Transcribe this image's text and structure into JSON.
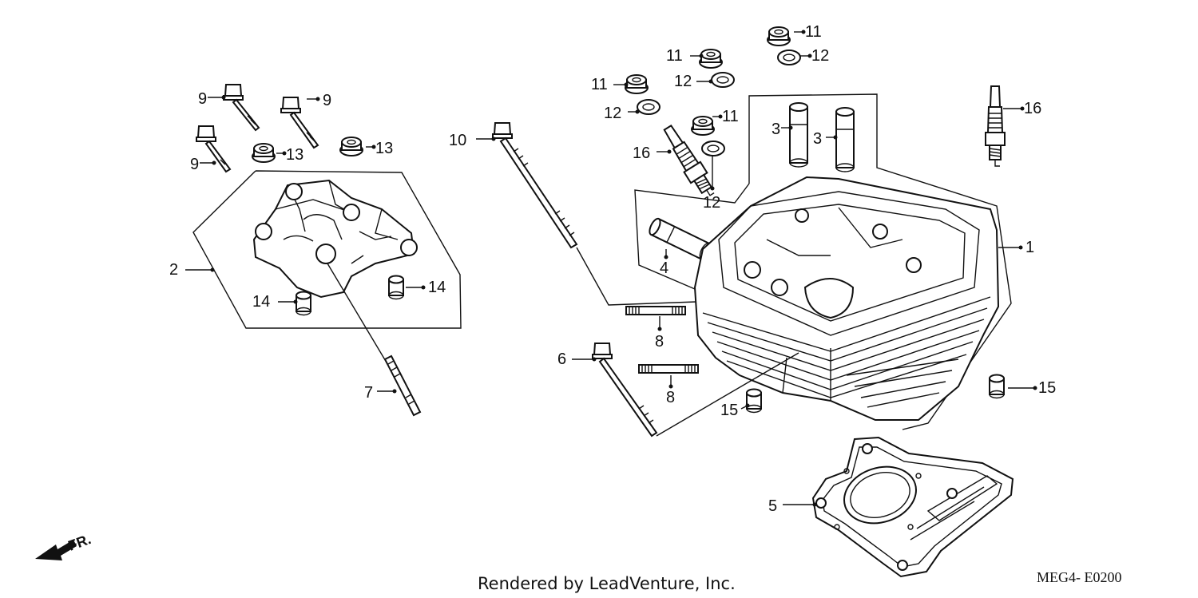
{
  "callouts": [
    {
      "id": "c9a",
      "text": "9"
    },
    {
      "id": "c9b",
      "text": "9"
    },
    {
      "id": "c9c",
      "text": "9"
    },
    {
      "id": "c13a",
      "text": "13"
    },
    {
      "id": "c13b",
      "text": "13"
    },
    {
      "id": "c2",
      "text": "2"
    },
    {
      "id": "c14a",
      "text": "14"
    },
    {
      "id": "c14b",
      "text": "14"
    },
    {
      "id": "c7",
      "text": "7"
    },
    {
      "id": "c10",
      "text": "10"
    },
    {
      "id": "c11a",
      "text": "11"
    },
    {
      "id": "c11b",
      "text": "11"
    },
    {
      "id": "c11c",
      "text": "11"
    },
    {
      "id": "c11d",
      "text": "11"
    },
    {
      "id": "c12a",
      "text": "12"
    },
    {
      "id": "c12b",
      "text": "12"
    },
    {
      "id": "c12c",
      "text": "12"
    },
    {
      "id": "c12d",
      "text": "12"
    },
    {
      "id": "c16a",
      "text": "16"
    },
    {
      "id": "c16b",
      "text": "16"
    },
    {
      "id": "c3a",
      "text": "3"
    },
    {
      "id": "c3b",
      "text": "3"
    },
    {
      "id": "c4",
      "text": "4"
    },
    {
      "id": "c1",
      "text": "1"
    },
    {
      "id": "c8a",
      "text": "8"
    },
    {
      "id": "c8b",
      "text": "8"
    },
    {
      "id": "c6",
      "text": "6"
    },
    {
      "id": "c15a",
      "text": "15"
    },
    {
      "id": "c15b",
      "text": "15"
    },
    {
      "id": "c5",
      "text": "5"
    }
  ],
  "direction_label": "FR.",
  "footer": "Rendered by LeadVenture, Inc.",
  "diagram_code": "MEG4- E0200"
}
